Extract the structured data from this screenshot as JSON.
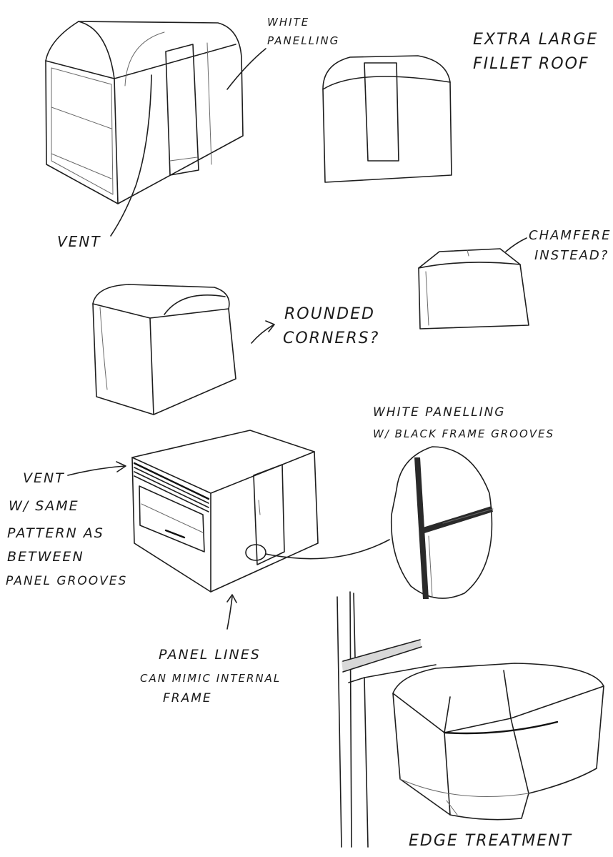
{
  "annotations": {
    "white_panelling_top": [
      "WHITE",
      "PANELLING"
    ],
    "extra_large_fillet": [
      "EXTRA LARGE",
      "FILLET ROOF"
    ],
    "vent_top": "VENT",
    "chamfere": [
      "CHAMFERE",
      "INSTEAD?"
    ],
    "rounded_corners": [
      "ROUNDED",
      "CORNERS?"
    ],
    "white_panelling_black": [
      "WHITE PANELLING",
      "W/ BLACK FRAME GROOVES"
    ],
    "vent_pattern": [
      "VENT",
      "W/ SAME",
      "PATTERN AS",
      "BETWEEN",
      "PANEL GROOVES"
    ],
    "panel_lines": [
      "PANEL LINES",
      "CAN MIMIC INTERNAL",
      "FRAME"
    ],
    "edge_treatment": "EDGE TREATMENT"
  },
  "colors": {
    "ink": "#1e1e1e",
    "paper": "#ffffff",
    "shade": "#d8d8d8"
  }
}
